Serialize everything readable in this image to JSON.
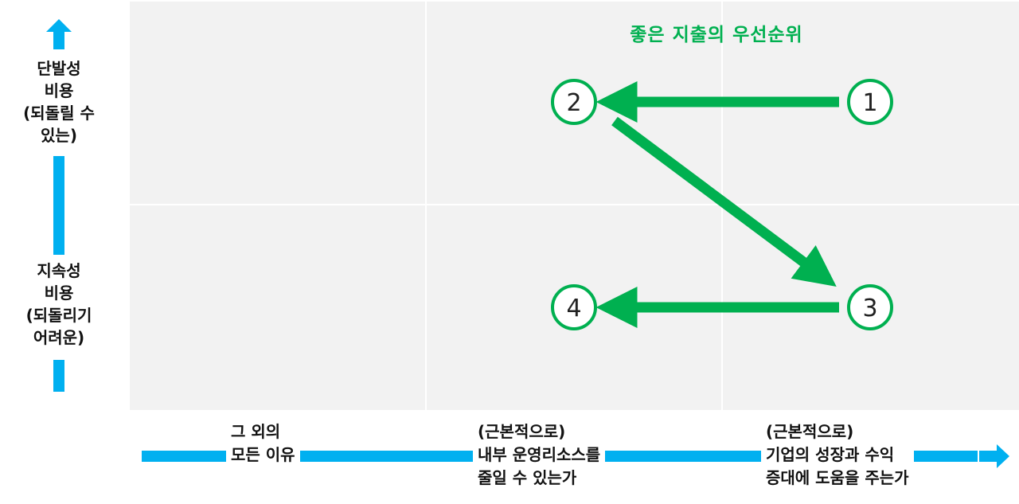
{
  "diagram": {
    "title": "좋은 지출의 우선순위",
    "y_axis": {
      "top_label": "단발성\n비용\n(되돌릴 수\n있는)",
      "bottom_label": "지속성\n비용\n(되돌리기\n어려운)"
    },
    "x_axis": {
      "labels": [
        "그 외의\n모든 이유",
        "(근본적으로)\n내부 운영리소스를\n줄일 수 있는가",
        "(근본적으로)\n기업의 성장과 수익\n증대에 도움을 주는가"
      ]
    },
    "nodes": [
      {
        "label": "1"
      },
      {
        "label": "2"
      },
      {
        "label": "3"
      },
      {
        "label": "4"
      }
    ],
    "colors": {
      "accent_green": "#00b050",
      "axis_blue": "#00b0f0",
      "grid_bg": "#f2f2f2"
    }
  }
}
